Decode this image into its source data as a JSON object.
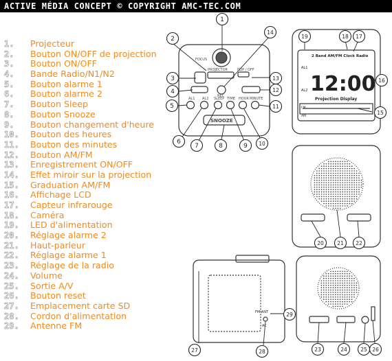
{
  "header": {
    "title": "ACTIVE MÉDIA CONCEPT © COPYRIGHT AMC-TEC.COM"
  },
  "legend": [
    {
      "num": "1.",
      "label": "Projecteur"
    },
    {
      "num": "2.",
      "label": "Bouton ON/OFF de projection"
    },
    {
      "num": "3.",
      "label": "Bouton ON/OFF"
    },
    {
      "num": "4.",
      "label": "Bande Radio/N1/N2"
    },
    {
      "num": "5.",
      "label": "Bouton alarme 1"
    },
    {
      "num": "6.",
      "label": "Bouton alarme 2"
    },
    {
      "num": "7.",
      "label": "Bouton Sleep"
    },
    {
      "num": "8.",
      "label": "Bouton Snooze"
    },
    {
      "num": "9.",
      "label": "Bouton changement d'heure"
    },
    {
      "num": "10.",
      "label": "Bouton des heures"
    },
    {
      "num": "11.",
      "label": "Bouton des minutes"
    },
    {
      "num": "12.",
      "label": "Bouton AM/FM"
    },
    {
      "num": "13.",
      "label": "Enregistrement ON/OFF"
    },
    {
      "num": "14.",
      "label": "Effet miroir sur la projection"
    },
    {
      "num": "15.",
      "label": "Graduation AM/FM"
    },
    {
      "num": "16.",
      "label": "Affichage LCD"
    },
    {
      "num": "17.",
      "label": "Capteur infrarouge"
    },
    {
      "num": "18.",
      "label": "Caméra"
    },
    {
      "num": "19.",
      "label": "LED d'alimentation"
    },
    {
      "num": "20.",
      "label": "Réglage alarme 2"
    },
    {
      "num": "21.",
      "label": "Haut-parleur"
    },
    {
      "num": "22.",
      "label": "Réglage alarme 1"
    },
    {
      "num": "23.",
      "label": "Réglage de la radio"
    },
    {
      "num": "24.",
      "label": "Volume"
    },
    {
      "num": "25.",
      "label": "Sortie A/V"
    },
    {
      "num": "26.",
      "label": "Bouton reset"
    },
    {
      "num": "27.",
      "label": "Emplacement carte SD"
    },
    {
      "num": "28.",
      "label": "Cordon d'alimentation"
    },
    {
      "num": "29.",
      "label": "Antenne FM"
    }
  ],
  "device_front": {
    "focus_label": "FOCUS",
    "projector_label": "PROJECTOR",
    "rec_label": "REC",
    "flip_label": "FLIP / OFF",
    "snooze_label": "SNOOZE",
    "buttons": [
      "AL1",
      "AL2",
      "SLEEP",
      "TIME",
      "HOUR",
      "MINUTE"
    ],
    "callouts": [
      "1",
      "2",
      "3",
      "4",
      "5",
      "6",
      "7",
      "8",
      "9",
      "10",
      "11",
      "12",
      "13",
      "14"
    ]
  },
  "device_display": {
    "top_label": "2 Band AM/FM Clock Radio",
    "al1_label": "AL1",
    "al2_label": "AL2",
    "time": "12:00",
    "sub_label": "Projection Display",
    "fm_label": "FM",
    "am_label": "AM",
    "callouts": [
      "15",
      "16",
      "17",
      "18",
      "19"
    ]
  },
  "device_side": {
    "callouts": [
      "20",
      "21",
      "22"
    ]
  },
  "device_bottom": {
    "ac_label": "AC",
    "antenna_label": "FM ANT",
    "callouts": [
      "27",
      "28",
      "29"
    ]
  },
  "device_back": {
    "callouts": [
      "23",
      "24",
      "25",
      "26"
    ]
  }
}
